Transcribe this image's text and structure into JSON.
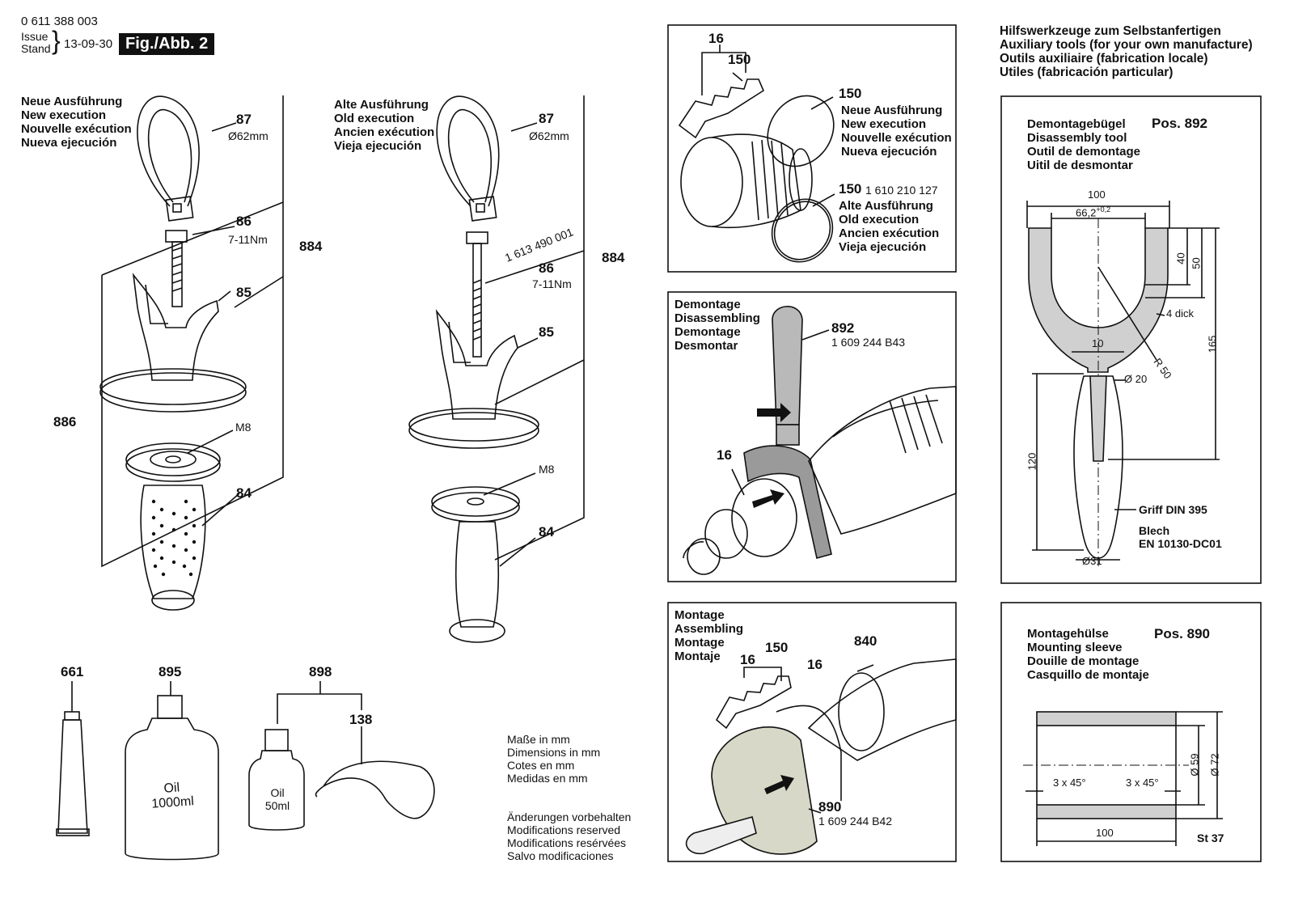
{
  "header": {
    "part_number": "0 611 388 003",
    "issue_label": "Issue",
    "stand_label": "Stand",
    "date": "13-09-30",
    "fig_label": "Fig./Abb. 2"
  },
  "left_group": {
    "title": [
      "Neue Ausführung",
      "New execution",
      "Nouvelle exécution",
      "Nueva ejecución"
    ],
    "labels": {
      "p87": "87",
      "p87_dim": "Ø62mm",
      "p86": "86",
      "p86_torque": "7-11Nm",
      "p884": "884",
      "p85": "85",
      "p886": "886",
      "m8": "M8",
      "p84": "84"
    }
  },
  "middle_group": {
    "title": [
      "Alte Ausführung",
      "Old execution",
      "Ancien exécution",
      "Vieja ejecución"
    ],
    "labels": {
      "p87": "87",
      "p87_dim": "Ø62mm",
      "screw_no": "1 613 490 001",
      "p86": "86",
      "p86_torque": "7-11Nm",
      "p884": "884",
      "p85": "85",
      "m8": "M8",
      "p84": "84"
    }
  },
  "bottom_parts": {
    "p661": "661",
    "p895": "895",
    "p898": "898",
    "p138": "138",
    "oil_big": [
      "Oil",
      "1000ml"
    ],
    "oil_small": [
      "Oil",
      "50ml"
    ]
  },
  "notes": {
    "units": [
      "Maße in mm",
      "Dimensions in mm",
      "Cotes en mm",
      "Medidas en mm"
    ],
    "changes": [
      "Änderungen vorbehalten",
      "Modifications reserved",
      "Modifications resérvées",
      "Salvo modificaciones"
    ]
  },
  "panel_rings": {
    "p16": "16",
    "p150a": "150",
    "p150b": "150",
    "new_exec": [
      "Neue Ausführung",
      "New execution",
      "Nouvelle exécution",
      "Nueva ejecución"
    ],
    "p150c": "150",
    "p150c_no": "1 610 210 127",
    "old_exec": [
      "Alte Ausführung",
      "Old execution",
      "Ancien exécution",
      "Vieja ejecución"
    ]
  },
  "panel_disassembly": {
    "title": [
      "Demontage",
      "Disassembling",
      "Demontage",
      "Desmontar"
    ],
    "p892": "892",
    "p892_no": "1 609 244 B43",
    "p16": "16"
  },
  "panel_assembly": {
    "title": [
      "Montage",
      "Assembling",
      "Montage",
      "Montaje"
    ],
    "p16a": "16",
    "p150": "150",
    "p16b": "16",
    "p840": "840",
    "p890": "890",
    "p890_no": "1 609 244 B42"
  },
  "aux_tools": {
    "title": [
      "Hilfswerkzeuge zum Selbstanfertigen",
      "Auxiliary tools (for your own manufacture)",
      "Outils auxiliaire (fabrication locale)",
      "Utiles (fabricación particular)"
    ]
  },
  "tool_892": {
    "title": [
      "Demontagebügel",
      "Disassembly tool",
      "Outil de demontage",
      "Uitil de desmontar"
    ],
    "pos": "Pos. 892",
    "dims": {
      "w100": "100",
      "w66": "66,2",
      "w66_tol": "+0,2",
      "h40": "40",
      "h50": "50",
      "h165": "165",
      "h120": "120",
      "thick": "4 dick",
      "w10": "10",
      "r50": "R 50",
      "d20": "Ø 20",
      "d31": "Ø31"
    },
    "notes": {
      "griff": "Griff DIN 395",
      "blech": "Blech",
      "blech_std": "EN 10130-DC01"
    }
  },
  "tool_890": {
    "title": [
      "Montagehülse",
      "Mounting sleeve",
      "Douille de montage",
      "Casquillo de montaje"
    ],
    "pos": "Pos. 890",
    "dims": {
      "chamfer_l": "3 x 45°",
      "chamfer_r": "3 x 45°",
      "len": "100",
      "d59": "Ø 59",
      "d72": "Ø 72"
    },
    "material": "St 37"
  }
}
